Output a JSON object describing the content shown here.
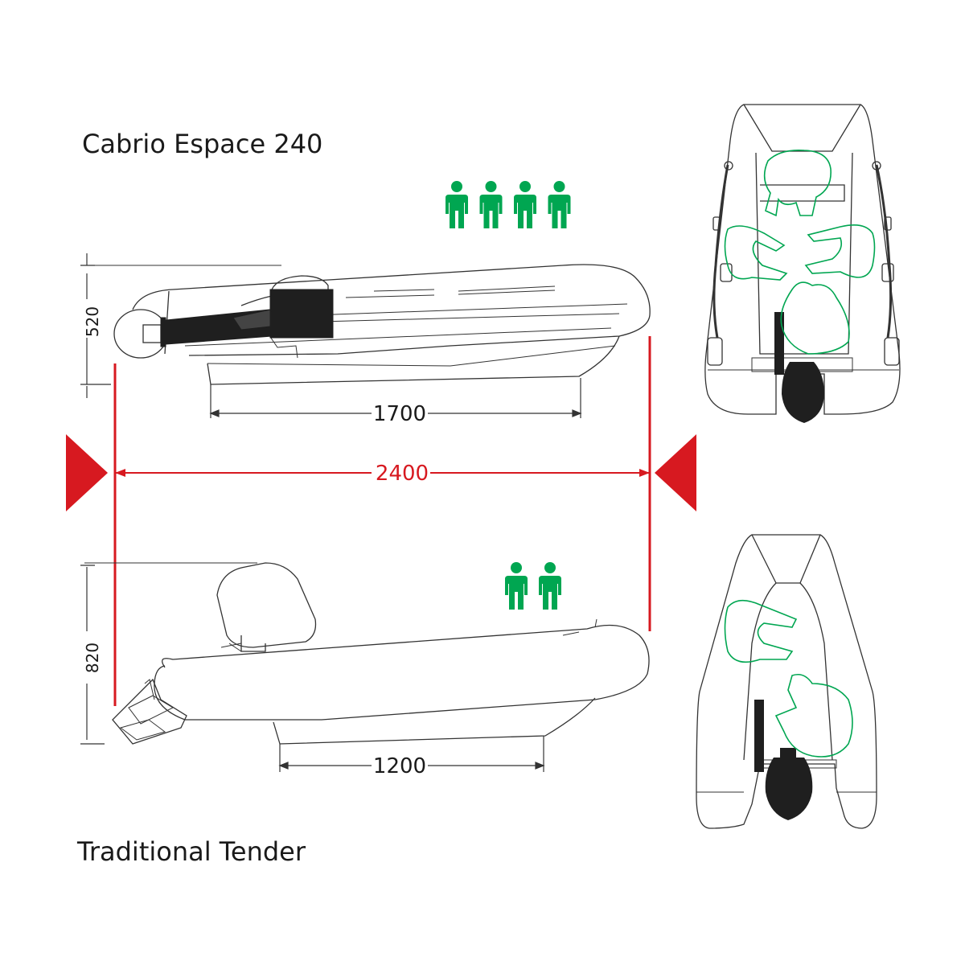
{
  "cabrio": {
    "title": "Cabrio Espace 240",
    "height_label": "520",
    "hull_length_label": "1700",
    "person_count": 4
  },
  "tender": {
    "title": "Traditional Tender",
    "height_label": "820",
    "hull_length_label": "1200",
    "person_count": 2
  },
  "overall_length_label": "2400",
  "colors": {
    "accent_red": "#d71920",
    "person_green": "#00a651",
    "outline": "#333333"
  }
}
